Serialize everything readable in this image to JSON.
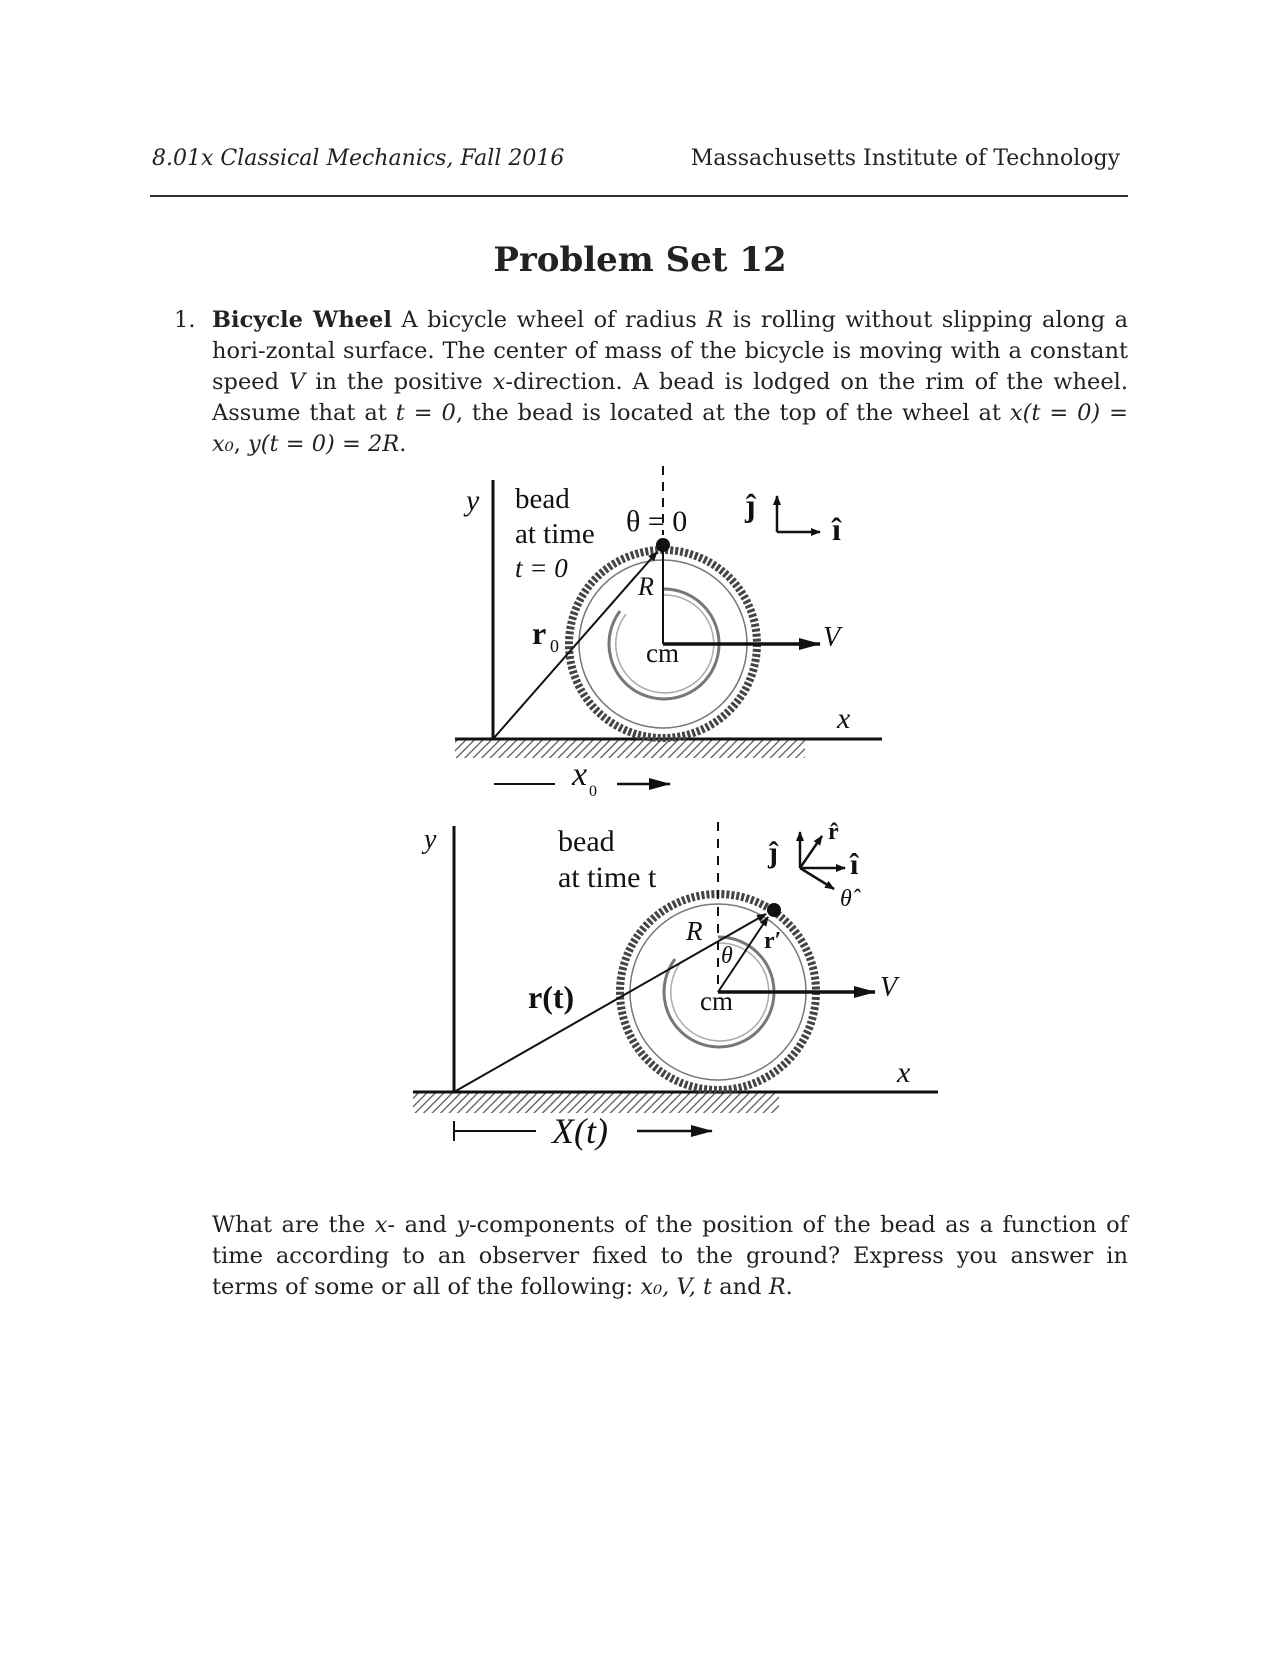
{
  "header": {
    "left": "8.01x Classical Mechanics, Fall 2016",
    "right": "Massachusetts Institute of Technology"
  },
  "title": "Problem Set 12",
  "problem": {
    "number": "1.",
    "name": "Bicycle Wheel",
    "s1": " A bicycle wheel of radius ",
    "R": "R",
    "s2": " is rolling without slipping along a hori-zontal surface. The center of mass of the bicycle is moving with a constant speed ",
    "V": "V",
    "s3": " in the positive ",
    "x": "x",
    "s4": "-direction. A bead is lodged on the rim of the wheel. Assume that at ",
    "t0": "t = 0",
    "s5": ", the bead is located at the top of the wheel at ",
    "xcond": "x(t = 0) = x₀",
    "comma": ", ",
    "ycond": "y(t = 0) = 2R",
    "s6": "."
  },
  "question": {
    "q1": "What are the ",
    "x": "x",
    "q2": "- and ",
    "y": "y",
    "q3": "-components of the position of the bead as a function of time according to an observer fixed to the ground? Express you answer in terms of some or all of the following: ",
    "vars": "x₀, V, t",
    "q4": " and ",
    "R": "R",
    "q5": "."
  },
  "figure_top": {
    "y_axis": "y",
    "bead_line1": "bead",
    "bead_line2": "at time",
    "bead_line3": "t = 0",
    "theta0": "θ = 0",
    "j_hat": "ĵ",
    "i_hat": "î",
    "R": "R",
    "r0": "r",
    "r0_sub": "0",
    "cm": "cm",
    "V": "V",
    "x_axis": "x",
    "x0": "x",
    "x0_sub": "0"
  },
  "figure_bottom": {
    "y_axis": "y",
    "bead_line1": "bead",
    "bead_line2": "at time t",
    "j_hat": "ĵ",
    "r_hat": "r̂",
    "i_hat": "î",
    "theta_hat": "θ̂",
    "R": "R",
    "theta": "θ",
    "r_prime": "r′",
    "r_t": "r(t)",
    "cm": "cm",
    "V": "V",
    "x_axis": "x",
    "X_t": "X(t)"
  }
}
